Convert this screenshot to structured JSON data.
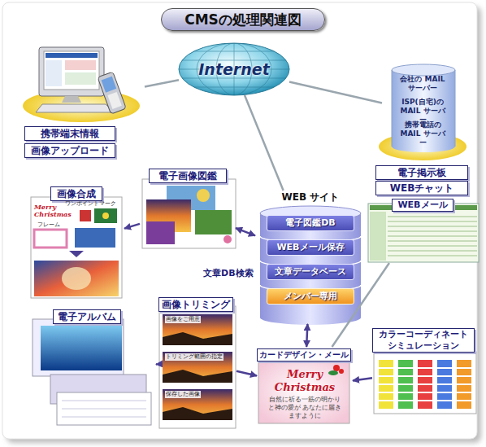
{
  "diagram": {
    "title": "CMSの処理関連図",
    "nodes": [
      {
        "text": [
          "Internet"
        ]
      },
      {
        "text": [
          "携帯端末情報",
          "画像アップロード"
        ]
      },
      {
        "text": [
          "会社の MAIL サーバー",
          "ISP(自宅)の MAIL サーバー",
          "携帯電話の MAIL サーバー"
        ]
      },
      {
        "text": [
          "電子画像図鑑"
        ]
      },
      {
        "text": [
          "画像合成"
        ]
      },
      {
        "text": [
          "WEB サイト"
        ]
      },
      {
        "text": [
          "電子図鑑DB"
        ],
        "in": 5
      },
      {
        "text": [
          "WEBメール保存"
        ],
        "in": 5
      },
      {
        "text": [
          "文章データベース"
        ],
        "in": 5
      },
      {
        "text": [
          "メンバー専用"
        ],
        "in": 5
      },
      {
        "text": [
          "電子掲示板",
          "WEBチャット",
          "WEBメール"
        ]
      },
      {
        "text": [
          "電子アルバム"
        ]
      },
      {
        "text": [
          "画像トリミング"
        ]
      },
      {
        "text": [
          "カードデザイン・メール",
          "Merry Christmas",
          "自然に祈る一筋の明かりと神の愛が あなたに届きますように"
        ]
      },
      {
        "text": [
          "カラーコーディネート シミュレーション"
        ]
      }
    ],
    "edges": [
      {
        "from": 0,
        "to": 1,
        "arrow": "none"
      },
      {
        "from": 0,
        "to": 2,
        "arrow": "none"
      },
      {
        "from": 0,
        "to": 5,
        "arrow": "none"
      },
      {
        "from": 3,
        "to": 4,
        "arrow": "to"
      },
      {
        "from": 3,
        "to": 5,
        "arrow": "both"
      },
      {
        "from": 10,
        "to": 5,
        "arrow": "none"
      },
      {
        "from": 12,
        "to": 11,
        "arrow": "to"
      },
      {
        "from": 12,
        "to": 13,
        "arrow": "to"
      },
      {
        "from": 5,
        "to": 13,
        "arrow": "both"
      },
      {
        "from": 14,
        "to": 13,
        "arrow": "to"
      },
      {
        "from": 10,
        "to": 13,
        "arrow": "none"
      }
    ],
    "labels": [
      "文章DB検索",
      "ワンポイントマーク",
      "Merry Christmas",
      "フレーム",
      "画像をご用意",
      "トリミング範囲の指定",
      "保存した画像"
    ]
  }
}
